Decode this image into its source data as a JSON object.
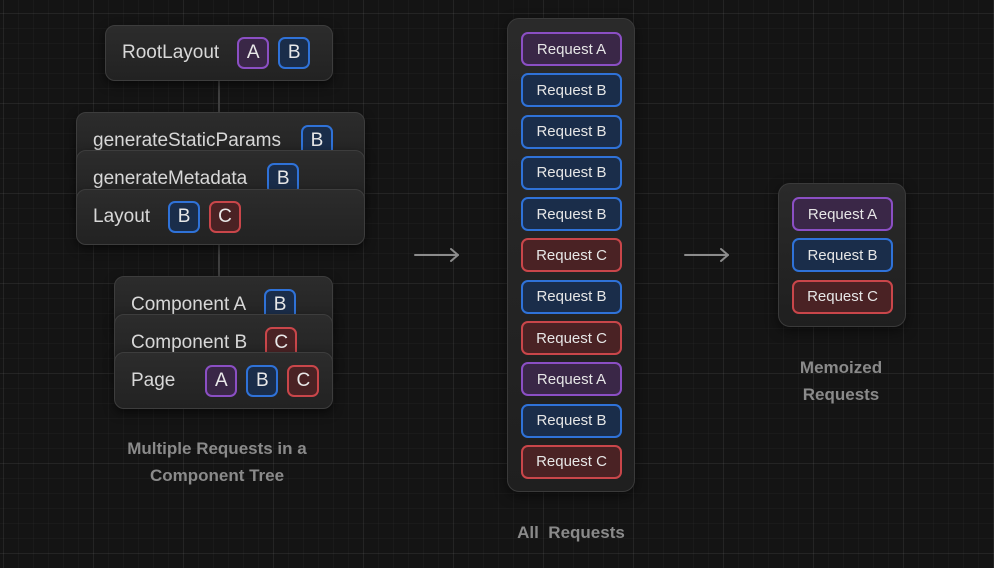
{
  "colors": {
    "request_a": "#8b4fc4",
    "request_b": "#2f72d8",
    "request_c": "#c9464a",
    "background": "#141414",
    "caption": "#8a8a8a"
  },
  "tree": {
    "root": {
      "label": "RootLayout",
      "tags": [
        "A",
        "B"
      ]
    },
    "layout_group": [
      {
        "label": "generateStaticParams",
        "tags": [
          "B"
        ]
      },
      {
        "label": "generateMetadata",
        "tags": [
          "B"
        ]
      },
      {
        "label": "Layout",
        "tags": [
          "B",
          "C"
        ]
      }
    ],
    "page_group": [
      {
        "label": "Component A",
        "tags": [
          "B"
        ]
      },
      {
        "label": "Component B",
        "tags": [
          "C"
        ]
      },
      {
        "label": "Page",
        "tags": [
          "A",
          "B",
          "C"
        ]
      }
    ],
    "caption_line1": "Multiple Requests in a",
    "caption_line2": "Component Tree"
  },
  "all_requests": {
    "items": [
      {
        "label": "Request A",
        "type": "A"
      },
      {
        "label": "Request B",
        "type": "B"
      },
      {
        "label": "Request B",
        "type": "B"
      },
      {
        "label": "Request B",
        "type": "B"
      },
      {
        "label": "Request B",
        "type": "B"
      },
      {
        "label": "Request C",
        "type": "C"
      },
      {
        "label": "Request B",
        "type": "B"
      },
      {
        "label": "Request C",
        "type": "C"
      },
      {
        "label": "Request A",
        "type": "A"
      },
      {
        "label": "Request B",
        "type": "B"
      },
      {
        "label": "Request C",
        "type": "C"
      }
    ],
    "caption": "All  Requests"
  },
  "memoized": {
    "items": [
      {
        "label": "Request A",
        "type": "A"
      },
      {
        "label": "Request B",
        "type": "B"
      },
      {
        "label": "Request C",
        "type": "C"
      }
    ],
    "caption_line1": "Memoized",
    "caption_line2": "Requests"
  },
  "icons": {
    "arrow": "arrow-right-icon"
  }
}
